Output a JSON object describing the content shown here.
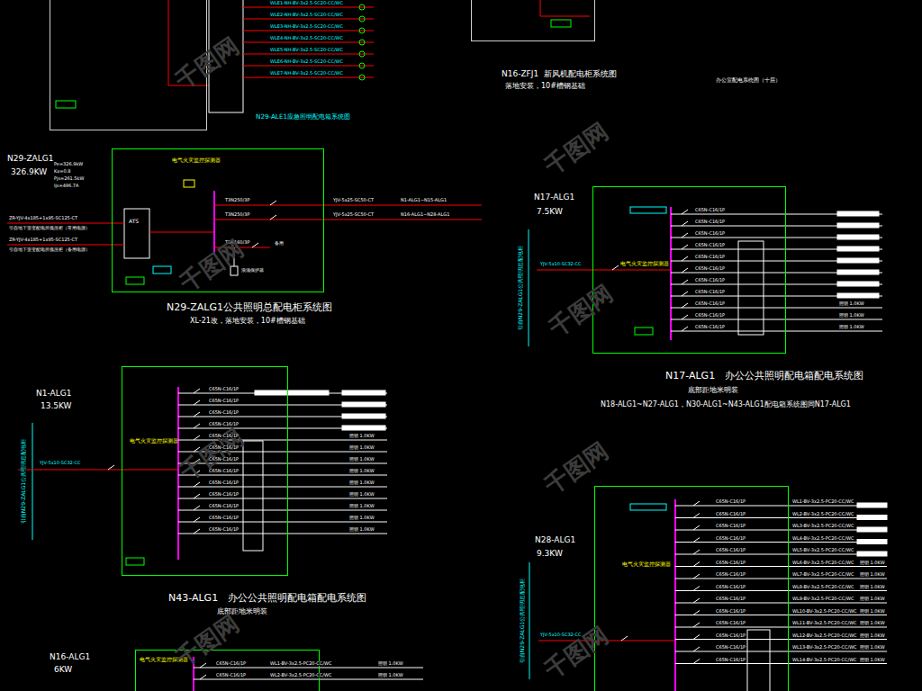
{
  "diagram": {
    "nodes": [
      {
        "text": [
          "N29-ALE1应急照明配电箱系统图"
        ]
      },
      {
        "text": [
          "N16-ZFJ1  新风机配电柜系统图",
          "落地安装，10#槽钢基础"
        ]
      },
      {
        "text": [
          "电气火灾监控探测器",
          "N29-ZALG1公共照明总配电柜系统图",
          "XL-21改，落地安装，10#槽钢基础"
        ]
      },
      {
        "text": [
          "电气火灾监控探测器",
          "N17-ALG1   办公公共照明配电箱配电系统图",
          "底部距地米明装",
          "N18-ALG1~N27-ALG1，N30-ALG1~N43-ALG1配电箱系统图同N17-ALG1"
        ]
      },
      {
        "text": [
          "电气火灾监控探测器",
          "N43-ALG1   办公公共照明配电箱配电系统图",
          "底部距地米明装"
        ]
      },
      {
        "text": [
          "电气火灾监控探测器"
        ]
      },
      {
        "text": [
          "电气火灾监控探测器"
        ]
      }
    ],
    "labels": [
      "办公室配电系统图（十层）",
      "N29-ZALG1",
      "326.9KW",
      "Pe=326.9kW",
      "Kx=0.8",
      "Pjs=261.5kW",
      "Ijs=496.7A",
      "ZR-YJV-4x185+1x95-SC125-CT",
      "引自地下室变配电所低压柜（常用电源）",
      "ZR-YJV-4x185+1x95-SC125-CT",
      "引自地下室变配电所低压柜（备用电源）",
      "ATS",
      "T3N250/3P",
      "T3N250/3P",
      "T3N160/3P",
      "YJV-5x25-SC50-CT",
      "YJV-5x25-SC50-CT",
      "N1-ALG1~N15-ALG1",
      "N16-ALG1~N28-ALG1",
      "浪涌保护器",
      "备用",
      "N17-ALG1",
      "7.5KW",
      "YJV-5x10-SC32-CC",
      "引自N29-ZALG1公共照明总配电柜",
      "N1-ALG1",
      "13.5KW",
      "YJV-5x10-SC32-CC",
      "引自N29-ZALG1公共照明总配电柜",
      "N28-ALG1",
      "9.3KW",
      "YJV-5x10-SC32-CC",
      "引自N29-ZALG1公共照明总配电柜",
      "N16-ALG1",
      "6KW",
      "千图网",
      "千图网",
      "千图网",
      "千图网",
      "千图网",
      "千图网",
      "千图网",
      "千图网",
      "WLE1-NH-BV-3x2.5-SC20-CC/WC",
      "WLE2-NH-BV-3x2.5-SC20-CC/WC",
      "WLE3-NH-BV-3x2.5-SC20-CC/WC",
      "WLE4-NH-BV-3x2.5-SC20-CC/WC",
      "WLE5-NH-BV-3x2.5-SC20-CC/WC",
      "WLE6-NH-BV-3x2.5-SC20-CC/WC",
      "WLE7-NH-BV-3x2.5-SC20-CC/WC",
      "C65N-C16/1P",
      "C65N-C16/1P",
      "C65N-C16/1P",
      "C65N-C16/1P",
      "C65N-C16/1P",
      "C65N-C16/1P",
      "C65N-C16/1P",
      "C65N-C16/1P",
      "C65N-C16/1P",
      "C65N-C16/1P",
      "C65N-C16/1P",
      "C65N-C16/1P",
      "C65N-C16/1P",
      "照明 1.0KW",
      "照明 1.0KW",
      "照明 1.0KW",
      "照明 1.0KW",
      "照明 1.0KW",
      "照明 1.0KW",
      "照明 1.0KW",
      "照明 1.0KW",
      "照明 1.0KW",
      "C65N-C16/1P",
      "C65N-C16/1P",
      "C65N-C16/1P",
      "C65N-C16/1P",
      "C65N-C16/1P",
      "C65N-C16/1P",
      "C65N-C16/1P",
      "C65N-C16/1P",
      "C65N-C16/1P",
      "C65N-C16/1P",
      "C65N-C16/1P",
      "照明 1.0KW",
      "照明 1.0KW",
      "照明 1.0KW",
      "C65N-C16/1P",
      "C65N-C16/1P",
      "C65N-C16/1P",
      "C65N-C16/1P",
      "C65N-C16/1P",
      "C65N-C16/1P",
      "C65N-C16/1P",
      "C65N-C16/1P",
      "C65N-C16/1P",
      "C65N-C16/1P",
      "C65N-C16/1P",
      "C65N-C16/1P",
      "C65N-C16/1P",
      "C65N-C16/1P",
      "WL1-BV-3x2.5-PC20-CC/WC",
      "WL2-BV-3x2.5-PC20-CC/WC",
      "WL3-BV-3x2.5-PC20-CC/WC",
      "WL4-BV-3x2.5-PC20-CC/WC",
      "WL5-BV-3x2.5-PC20-CC/WC",
      "WL6-BV-3x2.5-PC20-CC/WC",
      "WL7-BV-3x2.5-PC20-CC/WC",
      "WL8-BV-3x2.5-PC20-CC/WC",
      "WL9-BV-3x2.5-PC20-CC/WC",
      "WL10-BV-3x2.5-PC20-CC/WC",
      "WL11-BV-3x2.5-PC20-CC/WC",
      "WL12-BV-3x2.5-PC20-CC/WC",
      "WL13-BV-3x2.5-PC20-CC/WC",
      "WL14-BV-3x2.5-PC20-CC/WC",
      "照明 1.0KW",
      "照明 1.0KW",
      "照明 1.0KW",
      "照明 1.0KW",
      "照明 1.0KW",
      "照明 1.0KW",
      "照明 1.0KW",
      "照明 1.0KW",
      "照明 1.0KW",
      "C65N-C16/1P",
      "C65N-C16/1P",
      "WL1-BV-3x2.5-PC20-CC/WC",
      "WL2-BV-3x2.5-PC20-CC/WC",
      "照明 1.0KW",
      "照明 1.0KW"
    ]
  }
}
